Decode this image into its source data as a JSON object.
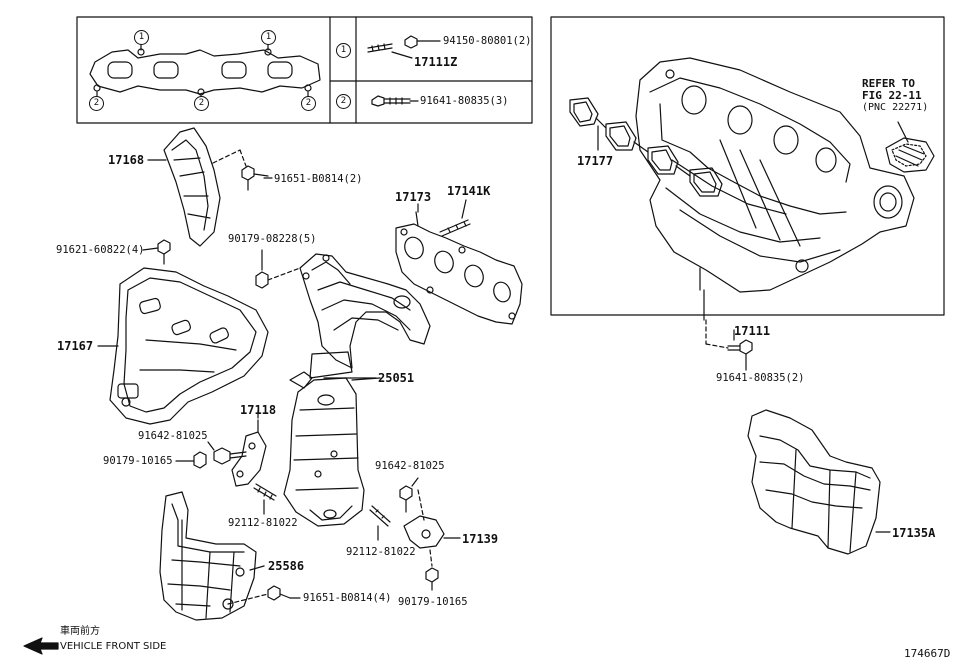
{
  "gasket_callouts": [
    "1",
    "2"
  ],
  "legend": {
    "row1": {
      "key": "1",
      "bolt": "94150-80801(2)",
      "stud": "17111Z"
    },
    "row2": {
      "key": "2",
      "bolt": "91641-80835(3)"
    }
  },
  "refer": {
    "line1": "REFER TO",
    "line2": "FIG 22-11",
    "line3": "(PNC 22271)"
  },
  "parts": {
    "p17177": "17177",
    "p17111": "17111",
    "p91641_80835_2": "91641-80835(2)",
    "p17168": "17168",
    "p91651_b0814_2": "91651-B0814(2)",
    "p17173": "17173",
    "p17141k": "17141K",
    "p90179_08228": "90179-08228(5)",
    "p91621_60822": "91621-60822(4)",
    "p17167": "17167",
    "p25051": "25051",
    "p17118": "17118",
    "p91642_81025_a": "91642-81025",
    "p90179_10165_a": "90179-10165",
    "p92112_81022_a": "92112-81022",
    "p91642_81025_b": "91642-81025",
    "p92112_81022_b": "92112-81022",
    "p17139": "17139",
    "p25586": "25586",
    "p91651_b0814_4": "91651-B0814(4)",
    "p90179_10165_b": "90179-10165",
    "p17135a": "17135A"
  },
  "front": {
    "jp": "車両前方",
    "en": "VEHICLE FRONT SIDE"
  },
  "figure_id": "174667D"
}
